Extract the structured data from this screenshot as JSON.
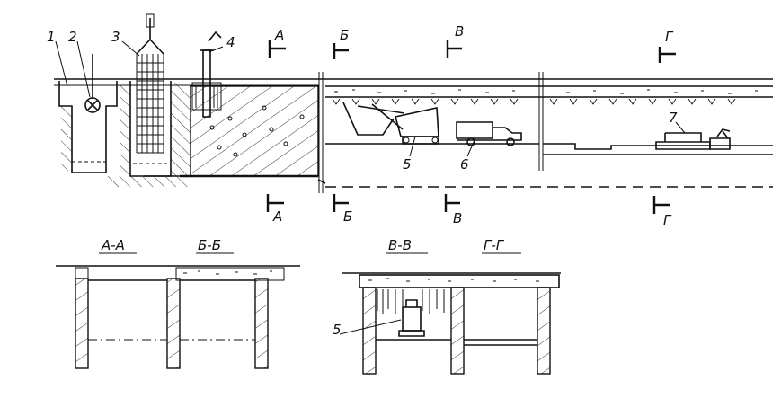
{
  "callouts": {
    "c1": "1",
    "c2": "2",
    "c3": "3",
    "c4": "4",
    "c5": "5",
    "c6": "6",
    "c7": "7",
    "c5b": "5"
  },
  "cut_marks": {
    "a_top": "А",
    "a_bottom": "А",
    "b_top": "Б",
    "b_bottom": "Б",
    "v_top": "В",
    "v_bottom": "В",
    "g_top": "Г",
    "g_bottom": "Г"
  },
  "sections": {
    "aa": "А-А",
    "bb": "Б-Б",
    "vv": "В-В",
    "gg": "Г-Г"
  }
}
